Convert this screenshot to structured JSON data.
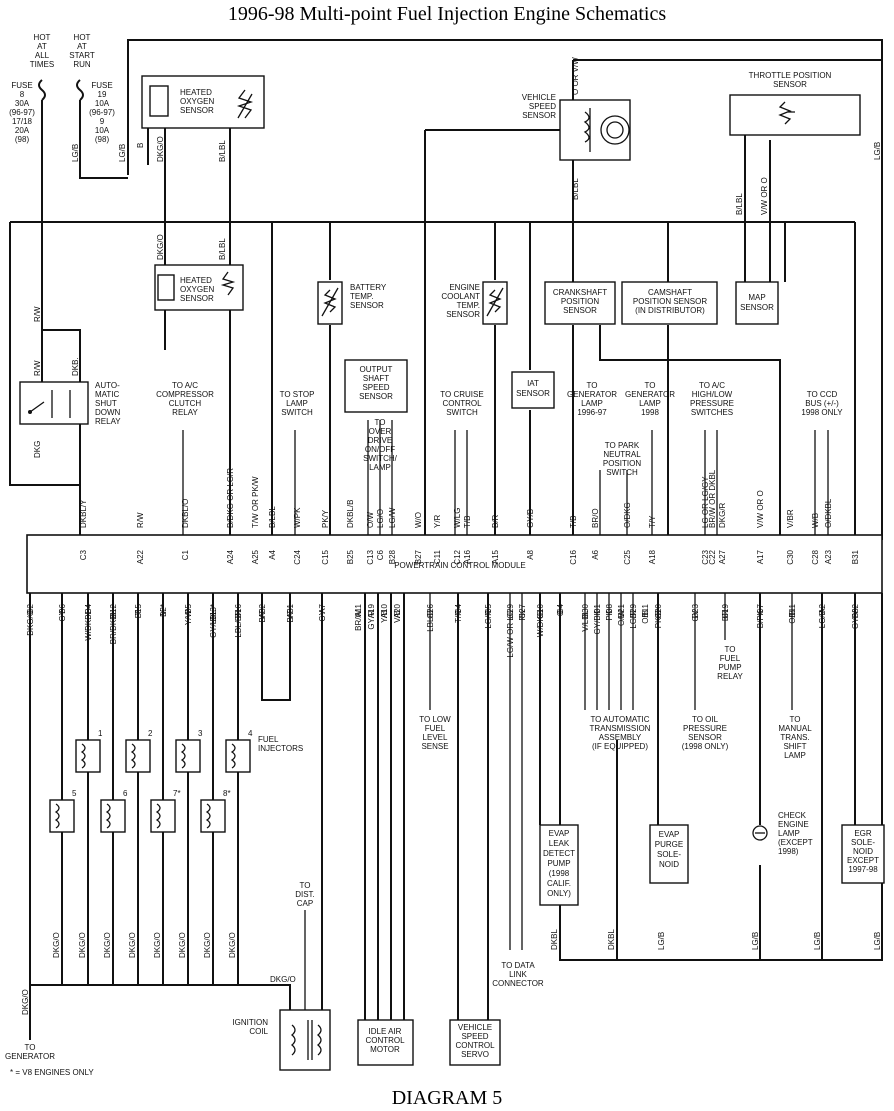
{
  "title": "1996-98 Multi-point Fuel Injection Engine Schematics",
  "footer": "DIAGRAM 5",
  "footnote": "* = V8 ENGINES ONLY",
  "pcm_label": "POWERTRAIN CONTROL MODULE",
  "fuse_left": [
    "HOT",
    "AT",
    "ALL",
    "TIMES",
    "FUSE",
    "8",
    "30A",
    "(96-97)",
    "17/18",
    "20A",
    "(98)"
  ],
  "fuse_right": [
    "HOT",
    "AT",
    "START",
    "RUN",
    "FUSE",
    "19",
    "10A",
    "(96-97)",
    "9",
    "10A",
    "(98)"
  ],
  "components": {
    "o2_up": [
      "HEATED",
      "OXYGEN",
      "SENSOR"
    ],
    "o2_down": [
      "HEATED",
      "OXYGEN",
      "SENSOR"
    ],
    "asd_relay": [
      "AUTO-",
      "MATIC",
      "SHUT",
      "DOWN",
      "RELAY"
    ],
    "battery_temp": [
      "BATTERY",
      "TEMP.",
      "SENSOR"
    ],
    "output_shaft": [
      "OUTPUT",
      "SHAFT",
      "SPEED",
      "SENSOR"
    ],
    "coolant": [
      "ENGINE",
      "COOLANT",
      "TEMP.",
      "SENSOR"
    ],
    "vss": [
      "VEHICLE",
      "SPEED",
      "SENSOR"
    ],
    "tps": [
      "THROTTLE POSITION",
      "SENSOR"
    ],
    "iat": [
      "IAT",
      "SENSOR"
    ],
    "crank": [
      "CRANKSHAFT",
      "POSITION",
      "SENSOR"
    ],
    "cam": [
      "CAMSHAFT",
      "POSITION SENSOR",
      "(IN DISTRIBUTOR)"
    ],
    "map": [
      "MAP",
      "SENSOR"
    ],
    "evap_leak": [
      "EVAP",
      "LEAK",
      "DETECT",
      "PUMP",
      "(1998",
      "CALIF.",
      "ONLY)"
    ],
    "evap_purge": [
      "EVAP",
      "PURGE",
      "SOLE-",
      "NOID"
    ],
    "egr": [
      "EGR",
      "SOLE-",
      "NOID",
      "EXCEPT",
      "1997-98"
    ],
    "iac": [
      "IDLE AIR",
      "CONTROL",
      "MOTOR"
    ],
    "speed_servo": [
      "VEHICLE",
      "SPEED",
      "CONTROL",
      "SERVO"
    ],
    "ign_coil": [
      "IGNITION",
      "COIL"
    ],
    "injectors_label": [
      "FUEL",
      "INJECTORS"
    ],
    "check_engine": [
      "CHECK",
      "ENGINE",
      "LAMP",
      "(EXCEPT",
      "1998)"
    ]
  },
  "notes_top": {
    "ac_clutch": [
      "TO A/C",
      "COMPRESSOR",
      "CLUTCH",
      "RELAY"
    ],
    "stop_lamp": [
      "TO STOP",
      "LAMP",
      "SWITCH"
    ],
    "overdrive": [
      "TO",
      "OVER",
      "DRIVE",
      "ON/OFF",
      "SWITCH/",
      "LAMP"
    ],
    "cruise": [
      "TO CRUISE",
      "CONTROL",
      "SWITCH"
    ],
    "gen_lamp_9697": [
      "TO",
      "GENERATOR",
      "LAMP",
      "1996-97"
    ],
    "gen_lamp_98": [
      "TO",
      "GENERATOR",
      "LAMP",
      "1998"
    ],
    "park_neutral": [
      "TO PARK",
      "NEUTRAL",
      "POSITION",
      "SWITCH"
    ],
    "ac_pressure": [
      "TO A/C",
      "HIGH/LOW",
      "PRESSURE",
      "SWITCHES"
    ],
    "ccd_bus": [
      "TO CCD",
      "BUS (+/-)",
      "1998 ONLY"
    ]
  },
  "notes_bottom": {
    "fuel_level": [
      "TO LOW",
      "FUEL",
      "LEVEL",
      "SENSE"
    ],
    "auto_trans": [
      "TO AUTOMATIC",
      "TRANSMISSION",
      "ASSEMBLY",
      "(IF EQUIPPED)"
    ],
    "oil_pressure": [
      "TO OIL",
      "PRESSURE",
      "SENSOR",
      "(1998 ONLY)"
    ],
    "fuel_pump": [
      "TO",
      "FUEL",
      "PUMP",
      "RELAY"
    ],
    "manual_shift": [
      "TO",
      "MANUAL",
      "TRANS.",
      "SHIFT",
      "LAMP"
    ],
    "dist_cap": [
      "TO",
      "DIST.",
      "CAP"
    ],
    "data_link": [
      "TO DATA",
      "LINK",
      "CONNECTOR"
    ],
    "generator": [
      "TO",
      "GENERATOR"
    ]
  },
  "top_pins": [
    {
      "pin": "C3",
      "wire": "DKBL/Y"
    },
    {
      "pin": "A22",
      "wire": "R/W"
    },
    {
      "pin": "C1",
      "wire": "DKBL/O"
    },
    {
      "pin": "A24",
      "wire": "B/DKG OR LG/R"
    },
    {
      "pin": "A25",
      "wire": "T/W OR PK/W"
    },
    {
      "pin": "A4",
      "wire": "B/LBL"
    },
    {
      "pin": "C24",
      "wire": "W/PK"
    },
    {
      "pin": "C15",
      "wire": "PK/Y"
    },
    {
      "pin": "B25",
      "wire": "DKBL/B"
    },
    {
      "pin": "C13",
      "wire": "O/W"
    },
    {
      "pin": "C6",
      "wire": "LG/O"
    },
    {
      "pin": "B28",
      "wire": "LG/W"
    },
    {
      "pin": "B27",
      "wire": "W/O"
    },
    {
      "pin": "C11",
      "wire": "Y/R"
    },
    {
      "pin": "C12",
      "wire": "W/LG"
    },
    {
      "pin": "A16",
      "wire": "T/B"
    },
    {
      "pin": "A15",
      "wire": "B/R"
    },
    {
      "pin": "A8",
      "wire": "GY/B"
    },
    {
      "pin": "C16",
      "wire": "T/B"
    },
    {
      "pin": "A6",
      "wire": "BR/O"
    },
    {
      "pin": "C25",
      "wire": "O/DKG"
    },
    {
      "pin": "A18",
      "wire": "T/Y"
    },
    {
      "pin": "C23",
      "wire": "LG OR LG/GY"
    },
    {
      "pin": "C22",
      "wire": "BR/W OR DKBL"
    },
    {
      "pin": "A27",
      "wire": "DKG/R"
    },
    {
      "pin": "A17",
      "wire": "V/W OR O"
    },
    {
      "pin": "C30",
      "wire": "V/BR"
    },
    {
      "pin": "C28",
      "wire": "W/B"
    },
    {
      "pin": "A23",
      "wire": "O/DKBL"
    },
    {
      "pin": "B31",
      "wire": ""
    }
  ],
  "bottom_pins": [
    {
      "pin": "C2",
      "wire": "DKG/O"
    },
    {
      "pin": "B6",
      "wire": "GY"
    },
    {
      "pin": "B4",
      "wire": "W/DKBL"
    },
    {
      "pin": "B12",
      "wire": "BR/DKBL"
    },
    {
      "pin": "B15",
      "wire": "T"
    },
    {
      "pin": "B2*",
      "wire": "V"
    },
    {
      "pin": "B5",
      "wire": "Y/W"
    },
    {
      "pin": "B13*",
      "wire": "GY/LBL"
    },
    {
      "pin": "B16",
      "wire": "LBL/BR"
    },
    {
      "pin": "A32",
      "wire": "B/T"
    },
    {
      "pin": "A31",
      "wire": "B/T"
    },
    {
      "pin": "A7",
      "wire": "GY"
    },
    {
      "pin": "A11",
      "wire": "BR/W"
    },
    {
      "pin": "A19",
      "wire": "GY/R"
    },
    {
      "pin": "A10",
      "wire": "Y/B"
    },
    {
      "pin": "A20",
      "wire": "V/B"
    },
    {
      "pin": "C26",
      "wire": "LBL/B"
    },
    {
      "pin": "C4",
      "wire": "T/R"
    },
    {
      "pin": "C5",
      "wire": "LG/R"
    },
    {
      "pin": "C29",
      "wire": "LG/W OR LG"
    },
    {
      "pin": "C27",
      "wire": "PK"
    },
    {
      "pin": "C10",
      "wire": "W/DKG"
    },
    {
      "pin": "C4",
      "wire": "O"
    },
    {
      "pin": "B30",
      "wire": "V/LBL"
    },
    {
      "pin": "B1",
      "wire": "GY/BK"
    },
    {
      "pin": "B8",
      "wire": "PK"
    },
    {
      "pin": "B21",
      "wire": "O/W"
    },
    {
      "pin": "B29",
      "wire": "LG/R"
    },
    {
      "pin": "B11",
      "wire": "O/B"
    },
    {
      "pin": "C20",
      "wire": "PK/B"
    },
    {
      "pin": "B23",
      "wire": "GY"
    },
    {
      "pin": "C19",
      "wire": "BR"
    },
    {
      "pin": "C7",
      "wire": "B/PK"
    },
    {
      "pin": "B11",
      "wire": "O/B"
    },
    {
      "pin": "A2",
      "wire": "LG/B"
    },
    {
      "pin": "B32",
      "wire": "GY/Y"
    }
  ],
  "misc_wires": {
    "b": "B",
    "dkg_o": "DKG/O",
    "b_lbl": "B/LBL",
    "lg_b": "LG/B",
    "rw": "R/W",
    "dkb": "DKB.",
    "dkg": "DKG",
    "dkbl": "DKBL",
    "o_or_vw": "O OR V/W",
    "vw_or_o": "V/W OR O",
    "b_lbl2": "B/LBL",
    "dkg_o_coil": "DKG/O",
    "dkg_o_gen": "DKG/O"
  },
  "injector_nums": [
    "1",
    "2",
    "3",
    "4",
    "5",
    "6",
    "7*",
    "8*"
  ],
  "bottom_return_labels": [
    "DKG/O",
    "DKG/O",
    "DKG/O",
    "DKG/O",
    "DKG/O",
    "DKG/O",
    "DKG/O",
    "DKG/O"
  ]
}
